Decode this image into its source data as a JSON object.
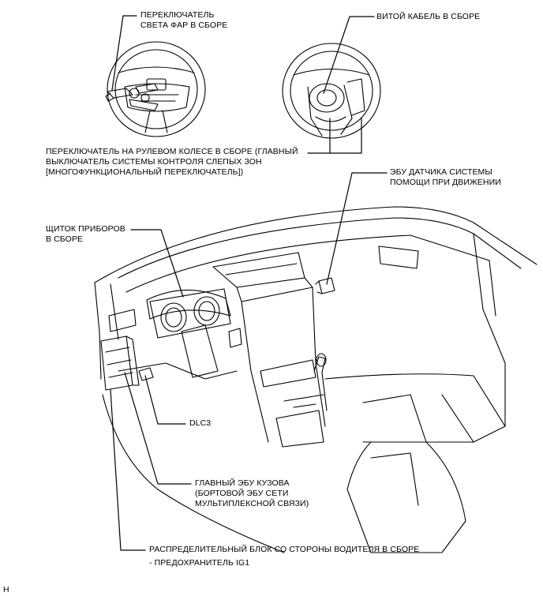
{
  "labels": {
    "headlight_switch": [
      "ПЕРЕКЛЮЧАТЕЛЬ",
      "СВЕТА ФАР В СБОРЕ"
    ],
    "spiral_cable": "ВИТОЙ КАБЕЛЬ В СБОРЕ",
    "steering_pad_switch": [
      "ПЕРЕКЛЮЧАТЕЛЬ НА РУЛЕВОМ КОЛЕСЕ В СБОРЕ (ГЛАВНЫЙ",
      "ВЫКЛЮЧАТЕЛЬ СИСТЕМЫ КОНТРОЛЯ СЛЕПЫХ ЗОН",
      "[МНОГОФУНКЦИОНАЛЬНЫЙ ПЕРЕКЛЮЧАТЕЛЬ])"
    ],
    "driving_support_ecu": [
      "ЭБУ ДАТЧИКА СИСТЕМЫ",
      "ПОМОЩИ ПРИ ДВИЖЕНИИ"
    ],
    "combination_meter": [
      "ЩИТОК ПРИБОРОВ",
      "В СБОРЕ"
    ],
    "dlc3": "DLC3",
    "main_body_ecu": [
      "ГЛАВНЫЙ ЭБУ КУЗОВА",
      "(БОРТОВОЙ ЭБУ СЕТИ",
      "МУЛЬТИПЛЕКСНОЙ СВЯЗИ)"
    ],
    "junction_block": "РАСПРЕДЕЛИТЕЛЬНЫЙ БЛОК СО СТОРОНЫ ВОДИТЕЛЯ В СБОРЕ",
    "fuse_ig1": "- ПРЕДОХРАНИТЕЛЬ IG1",
    "corner_mark": "H"
  }
}
